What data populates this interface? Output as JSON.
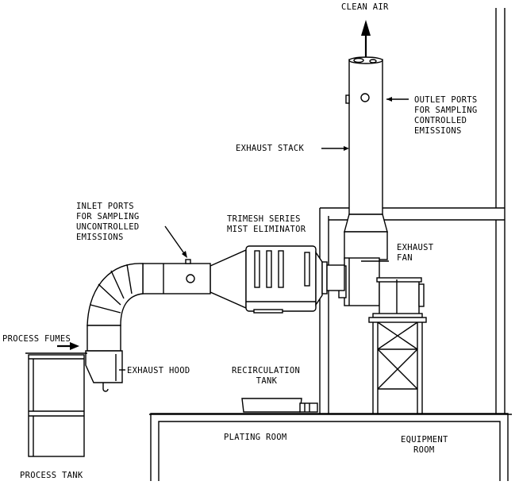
{
  "labels": {
    "clean_air": "CLEAN AIR",
    "outlet_ports": [
      "OUTLET PORTS",
      "FOR SAMPLING",
      "CONTROLLED",
      "EMISSIONS"
    ],
    "exhaust_stack": "EXHAUST STACK",
    "inlet_ports": [
      "INLET PORTS",
      "FOR SAMPLING",
      "UNCONTROLLED",
      "EMISSIONS"
    ],
    "mist_eliminator": [
      "TRIMESH SERIES",
      "MIST ELIMINATOR"
    ],
    "exhaust_fan": [
      "EXHAUST",
      "FAN"
    ],
    "process_fumes": "PROCESS FUMES",
    "exhaust_hood": "EXHAUST HOOD",
    "recirculation_tank": [
      "RECIRCULATION",
      "TANK"
    ],
    "plating_room": "PLATING ROOM",
    "equipment_room": [
      "EQUIPMENT",
      "ROOM"
    ],
    "process_tank": "PROCESS TANK"
  }
}
